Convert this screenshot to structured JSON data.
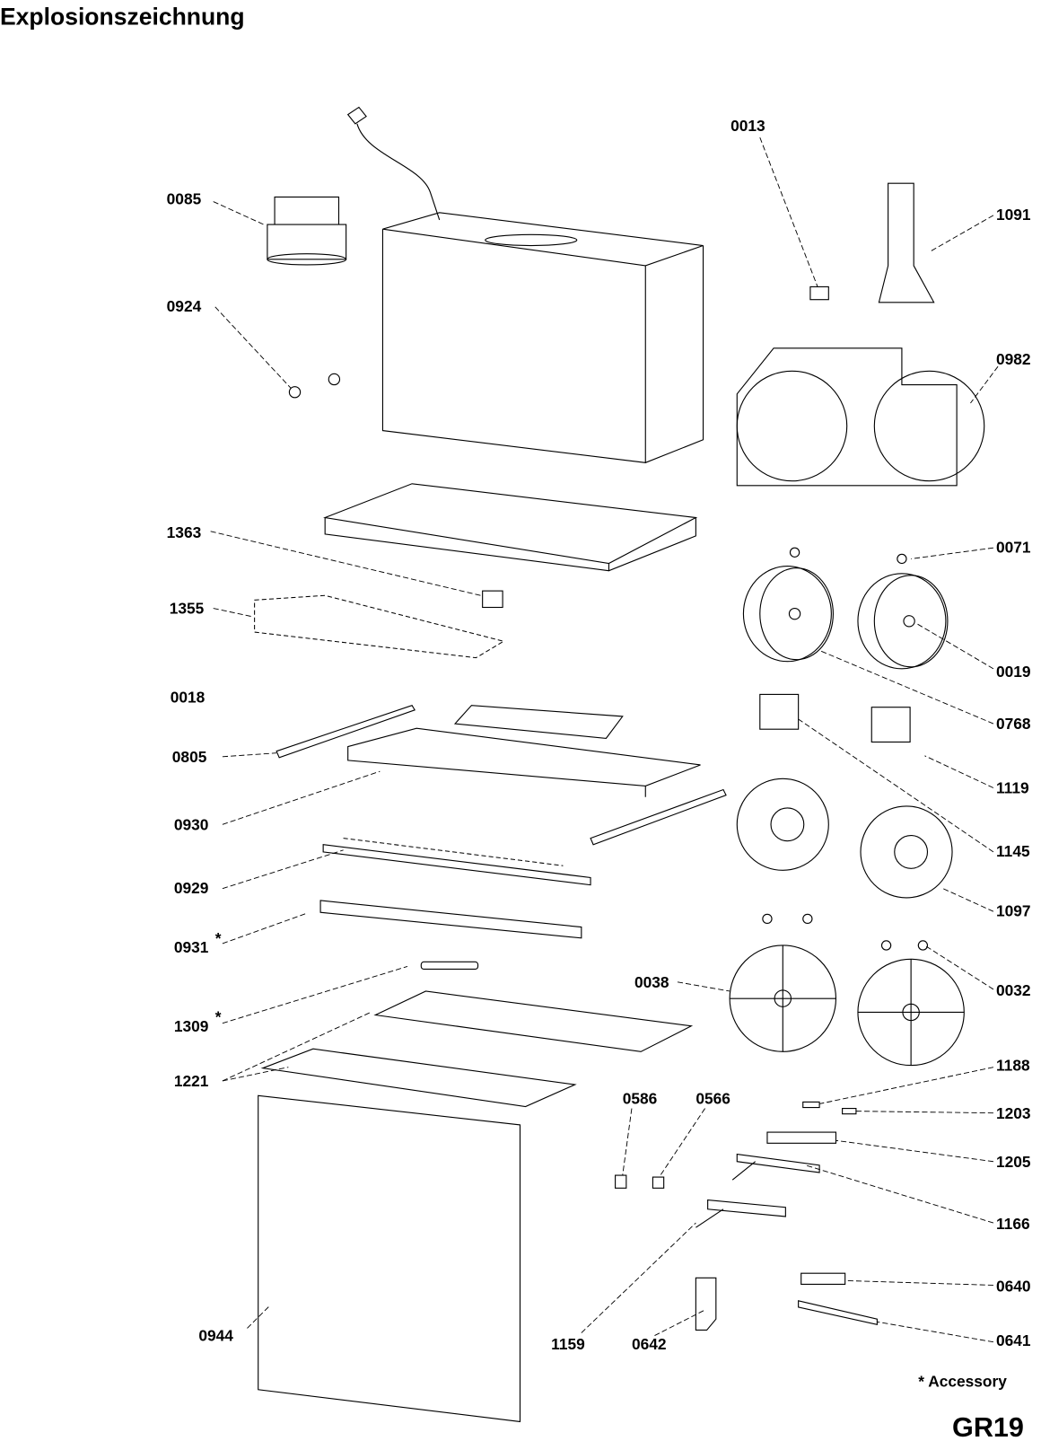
{
  "title": "Explosionszeichnung",
  "footnote": "* Accessory",
  "page_code": "GR19",
  "labels": {
    "p0085": "0085",
    "p0924": "0924",
    "p0013": "0013",
    "p1091": "1091",
    "p0982": "0982",
    "p1363": "1363",
    "p1355": "1355",
    "p0018": "0018",
    "p0805": "0805",
    "p0930": "0930",
    "p0929": "0929",
    "p0931": "0931",
    "p1309": "1309",
    "p1221": "1221",
    "p0944": "0944",
    "p0071": "0071",
    "p0019": "0019",
    "p0768": "0768",
    "p1119": "1119",
    "p1145": "1145",
    "p1097": "1097",
    "p0032": "0032",
    "p0038": "0038",
    "p1188": "1188",
    "p1203": "1203",
    "p1205": "1205",
    "p1166": "1166",
    "p0640": "0640",
    "p0641": "0641",
    "p0586": "0586",
    "p0566": "0566",
    "p1159": "1159",
    "p0642": "0642"
  },
  "accessory_marker": "*"
}
